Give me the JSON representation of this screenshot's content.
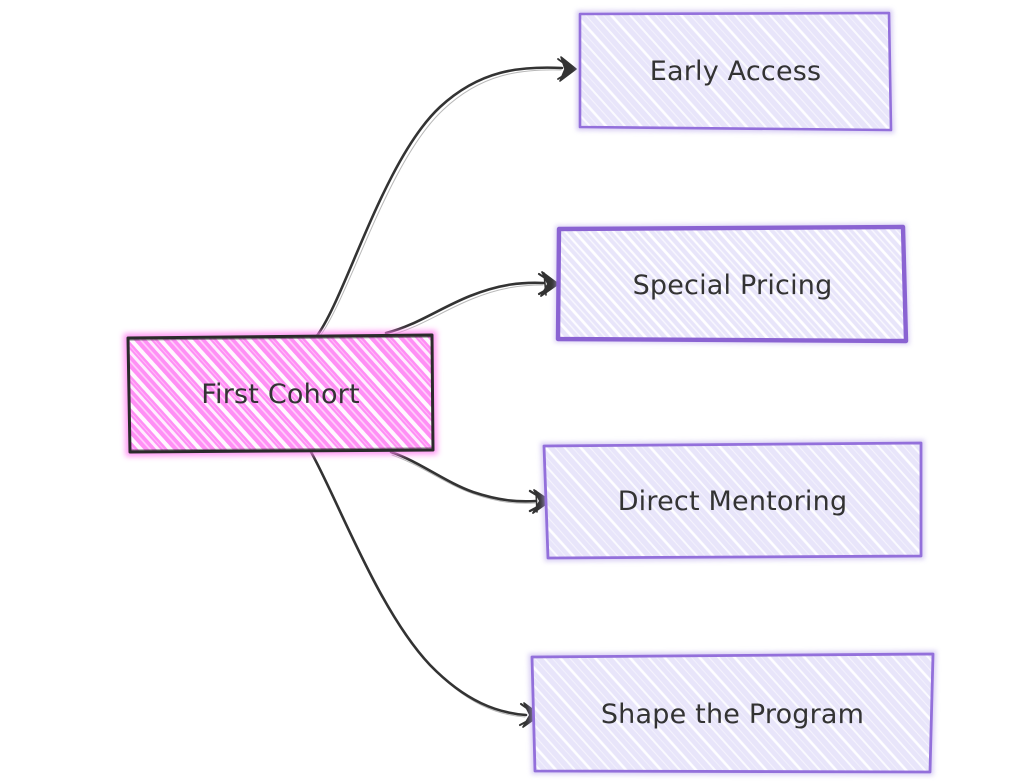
{
  "diagram": {
    "type": "flowchart",
    "direction": "left-to-right",
    "background_color": "#ffffff",
    "style": "hand-drawn-sketch",
    "root": {
      "id": "first-cohort",
      "label": "First Cohort",
      "fill_color": "#ff8ff5",
      "stroke_color": "#2b2b2b",
      "text_color": "#333333",
      "hatch_color": "#ffffff"
    },
    "branches": [
      {
        "id": "early-access",
        "label": "Early Access",
        "fill_color": "#e8e5fa",
        "stroke_color": "#9370db",
        "text_color": "#333333",
        "hatch_color": "#ffffff"
      },
      {
        "id": "special-pricing",
        "label": "Special Pricing",
        "fill_color": "#e8e5fa",
        "stroke_color": "#9370db",
        "text_color": "#333333",
        "hatch_color": "#ffffff"
      },
      {
        "id": "direct-mentoring",
        "label": "Direct Mentoring",
        "fill_color": "#e8e5fa",
        "stroke_color": "#9370db",
        "text_color": "#333333",
        "hatch_color": "#ffffff"
      },
      {
        "id": "shape-the-program",
        "label": "Shape the Program",
        "fill_color": "#e8e5fa",
        "stroke_color": "#9370db",
        "text_color": "#333333",
        "hatch_color": "#ffffff"
      }
    ],
    "edges": [
      {
        "from": "first-cohort",
        "to": "early-access",
        "arrowhead": "open-triangle",
        "color": "#333333"
      },
      {
        "from": "first-cohort",
        "to": "special-pricing",
        "arrowhead": "open-triangle",
        "color": "#333333"
      },
      {
        "from": "first-cohort",
        "to": "direct-mentoring",
        "arrowhead": "open-triangle",
        "color": "#333333"
      },
      {
        "from": "first-cohort",
        "to": "shape-the-program",
        "arrowhead": "open-triangle",
        "color": "#333333"
      }
    ]
  }
}
